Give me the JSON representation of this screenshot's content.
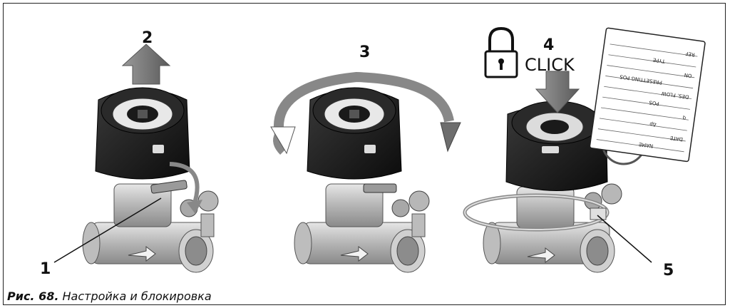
{
  "labels": {
    "step1": "1",
    "step2": "2",
    "step3": "3",
    "step4": "4",
    "step5": "5",
    "click": "CLICK"
  },
  "tag_lines": [
    "REF",
    "TYPE",
    "ON",
    "PRESETTING POS",
    "DES. FLOW",
    "POS",
    "q",
    "Δp",
    "DATE",
    "NAME"
  ],
  "caption": {
    "prefix": "Рис. 68.",
    "text": " Настройка и блокировка"
  },
  "colors": {
    "knob": "#1c1c1c",
    "body": "#c9c9c9",
    "arrow": "#7a7a7a"
  }
}
